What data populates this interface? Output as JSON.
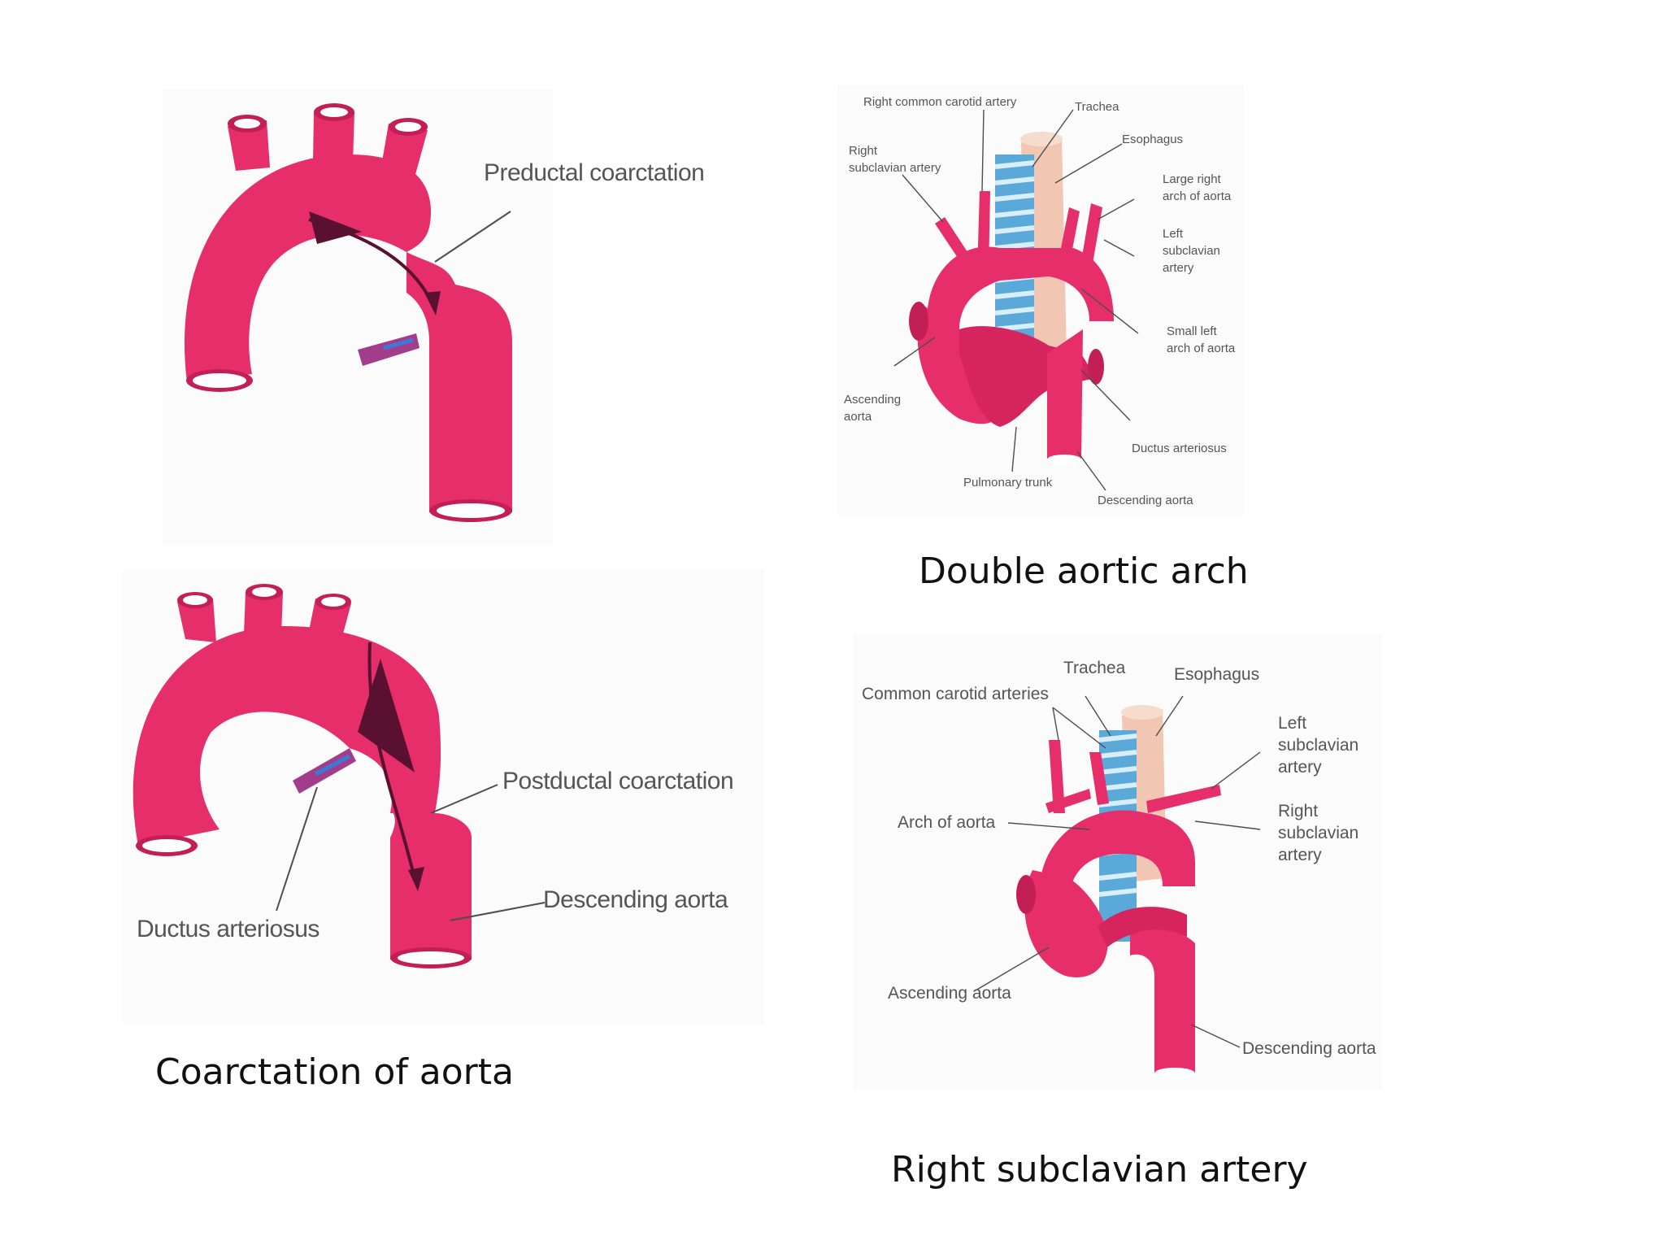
{
  "colors": {
    "aorta": "#e62e6b",
    "aorta_dark": "#c21f57",
    "lumen": "#ffffff",
    "trachea": "#5aa9d8",
    "esophagus": "#f1c7b3",
    "arrow": "#5a1030"
  },
  "coarctation": {
    "label_preductal": "Preductal coarctation",
    "label_postductal": "Postductal coarctation",
    "label_descending": "Descending aorta",
    "label_ductus": "Ductus arteriosus",
    "caption": "Coarctation of aorta"
  },
  "double_arch": {
    "labels": {
      "right_common_carotid": "Right common carotid artery",
      "trachea": "Trachea",
      "esophagus": "Esophagus",
      "right_subclavian": "Right\nsubclavian artery",
      "large_right_arch": "Large right\narch of aorta",
      "left_subclavian": "Left\nsubclavian\nartery",
      "small_left_arch": "Small left\narch of aorta",
      "ascending_aorta": "Ascending\naorta",
      "ductus": "Ductus arteriosus",
      "pulmonary_trunk": "Pulmonary trunk",
      "descending_aorta": "Descending aorta"
    },
    "caption": "Double aortic arch"
  },
  "right_subclavian": {
    "labels": {
      "trachea": "Trachea",
      "esophagus": "Esophagus",
      "common_carotid": "Common carotid arteries",
      "left_subclavian": "Left\nsubclavian\nartery",
      "arch_of_aorta": "Arch of aorta",
      "right_subclavian": "Right\nsubclavian\nartery",
      "ascending_aorta": "Ascending aorta",
      "descending_aorta": "Descending aorta"
    },
    "caption": "Right subclavian artery"
  }
}
